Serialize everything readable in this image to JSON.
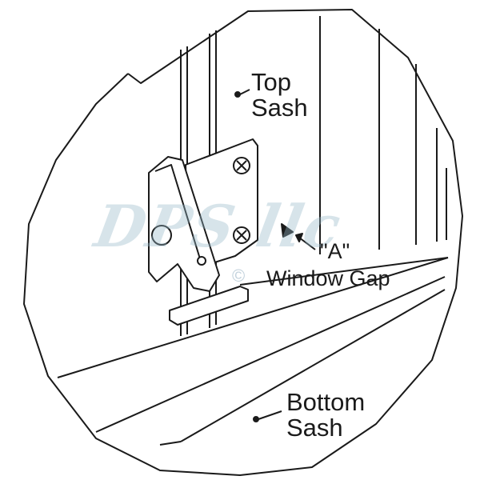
{
  "labels": {
    "top_sash": "Top\nSash",
    "gap_letter": "\"A\"",
    "window_gap": "Window Gap",
    "bottom_sash": "Bottom\nSash"
  },
  "watermark": {
    "text": "DPS llc",
    "copyright_symbol": "©"
  },
  "colors": {
    "line": "#1a1a1a",
    "watermark": "#96b9c8"
  }
}
